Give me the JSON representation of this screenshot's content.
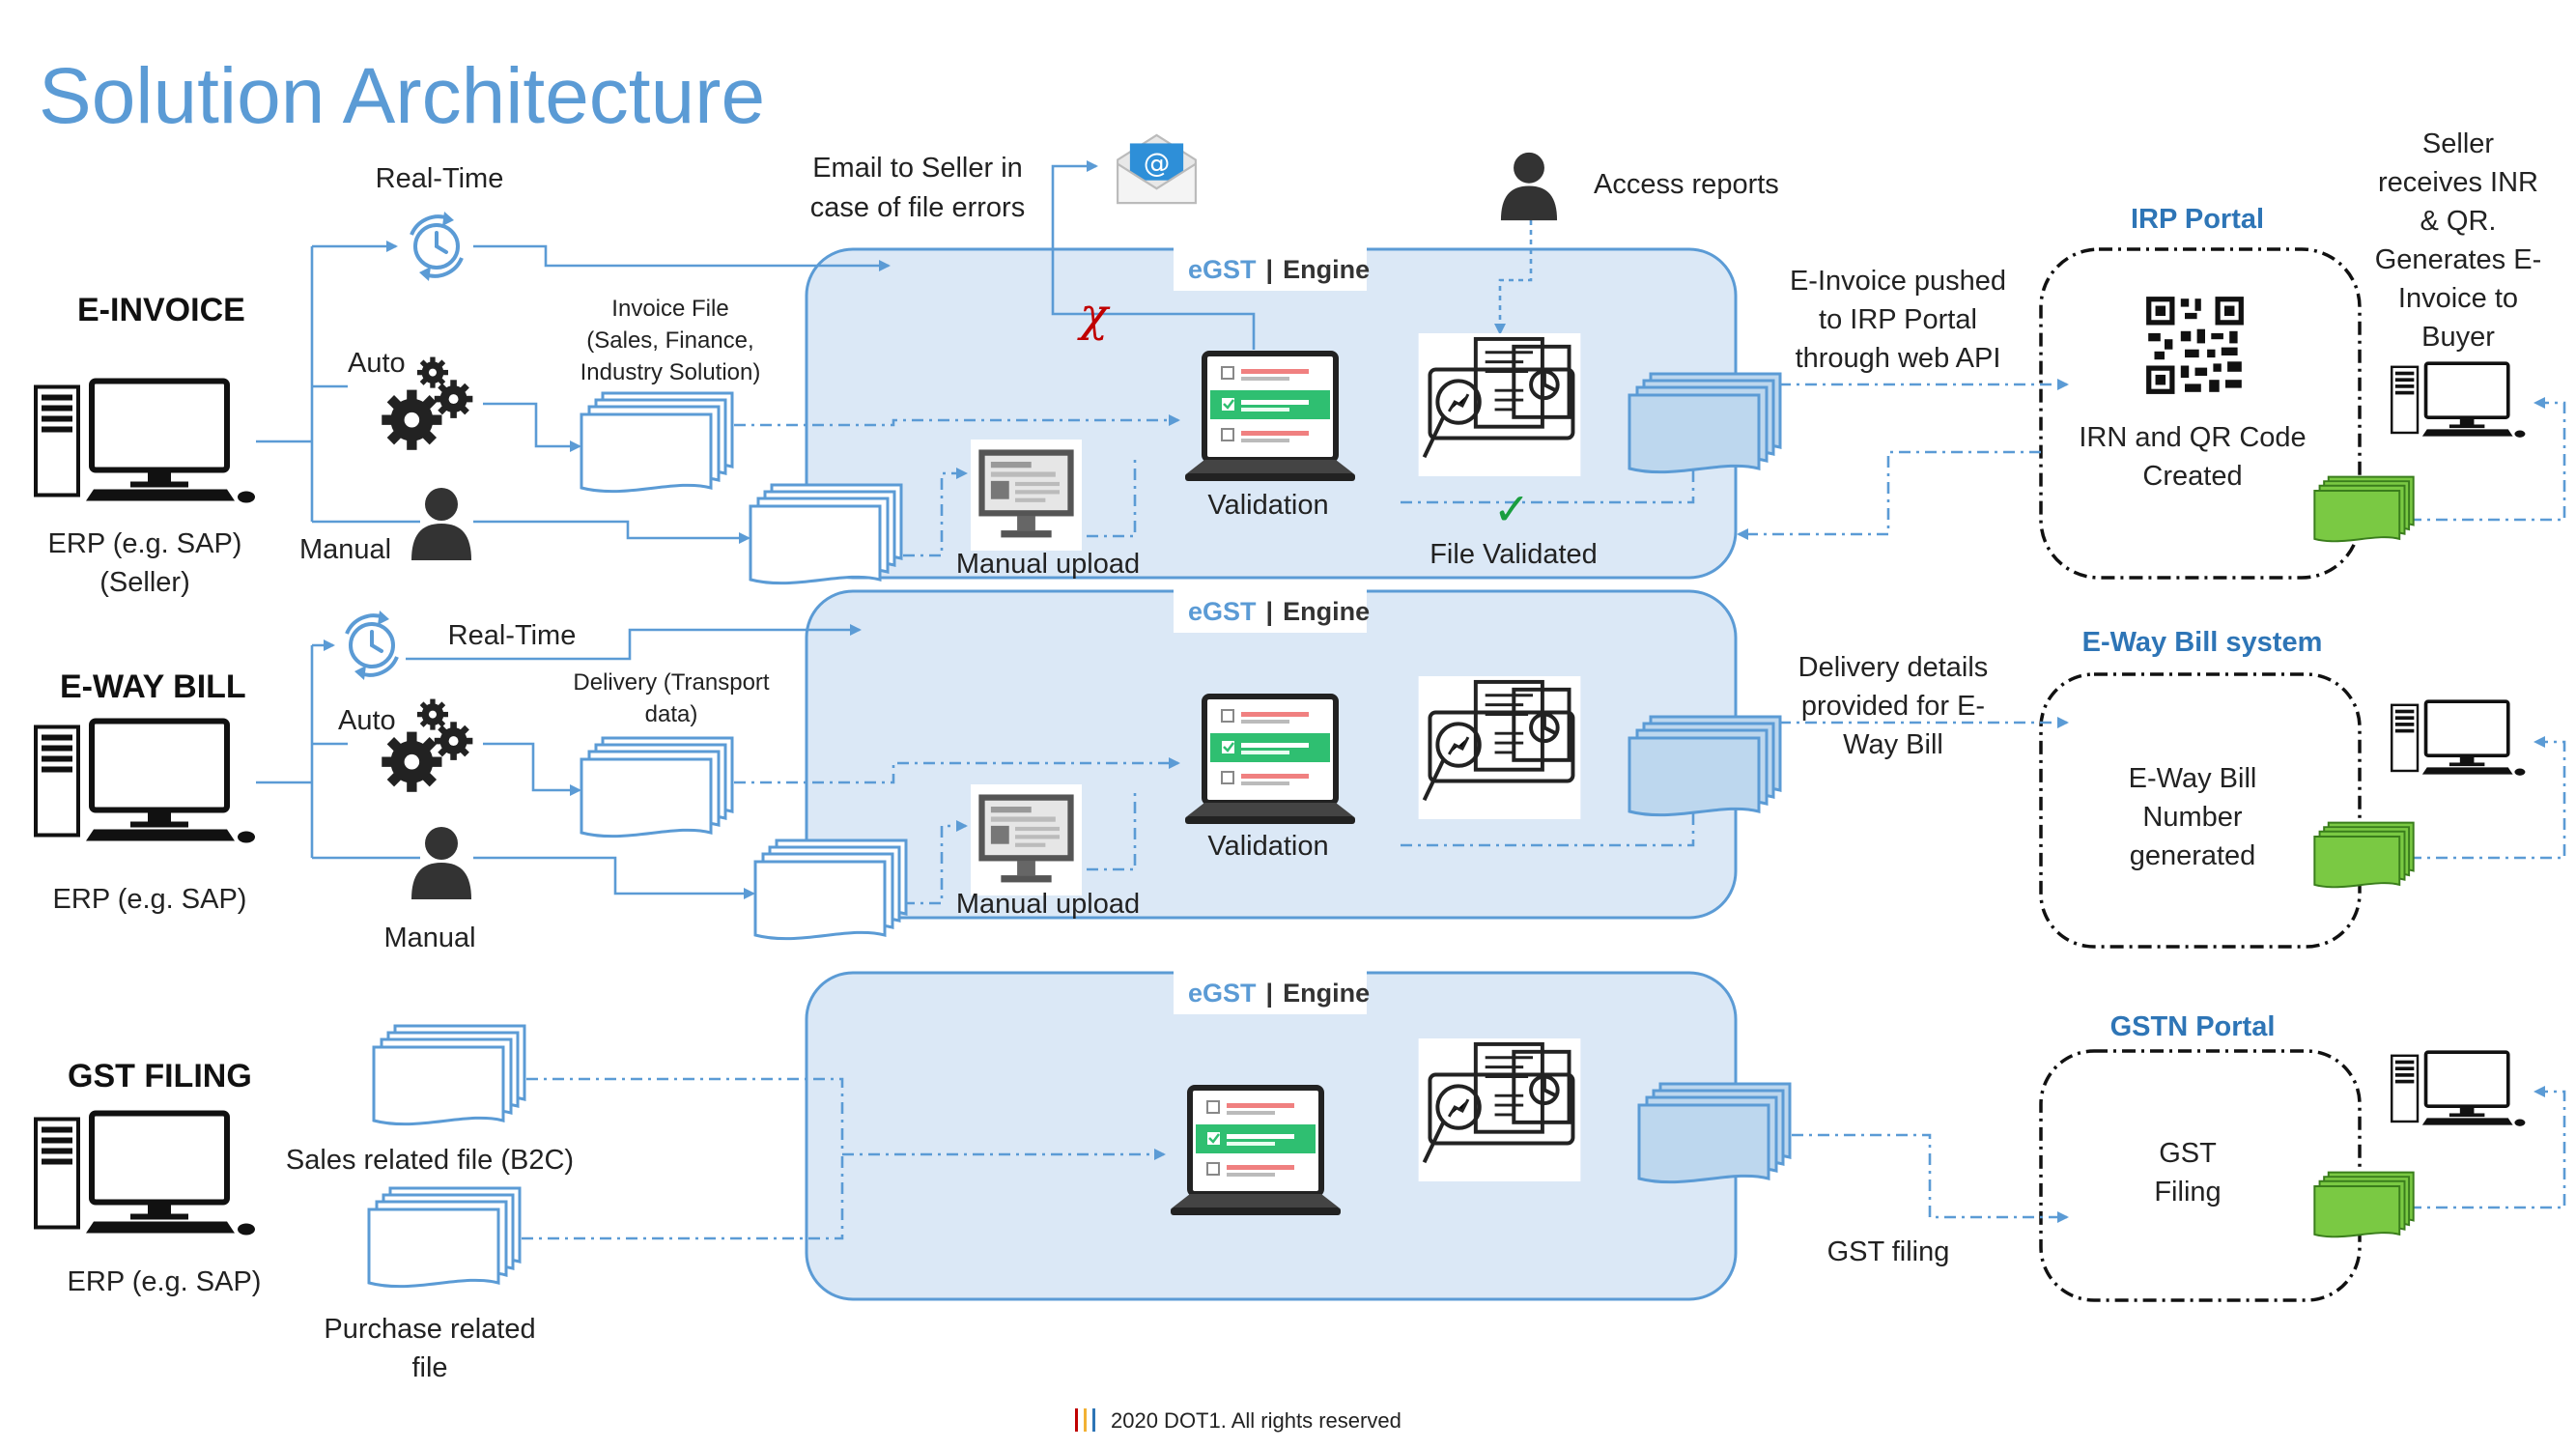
{
  "title": "Solution Architecture",
  "footer": "2020 DOT1. All rights reserved",
  "colors": {
    "accent": "#5b9bd5",
    "engine_fill": "#dbe8f6",
    "portal_title": "#2e75b6",
    "doc_green": "#7ac943",
    "check_green": "#1a9e3f",
    "error_red": "#c00000",
    "validation_band": "#2fbf71"
  },
  "engine_badge": {
    "brand": "eGST",
    "separator": "|",
    "name": "Engine"
  },
  "einvoice": {
    "heading": "E-INVOICE",
    "erp_label": [
      "ERP (e.g. SAP)",
      "(Seller)"
    ],
    "realtime": "Real-Time",
    "auto": "Auto",
    "manual": "Manual",
    "invoice_file": [
      "Invoice File",
      "(Sales, Finance,",
      "Industry Solution)"
    ],
    "email_note": [
      "Email to Seller in",
      "case of file errors"
    ],
    "access_reports": "Access reports",
    "manual_upload": "Manual upload",
    "validation": "Validation",
    "file_validated": "File Validated",
    "pushed": [
      "E-Invoice pushed",
      "to IRP Portal",
      "through web API"
    ],
    "portal_title": "IRP Portal",
    "portal_text": [
      "IRN and QR Code",
      "Created"
    ],
    "seller_note": [
      "Seller",
      "receives INR",
      "& QR.",
      "Generates E-",
      "Invoice to",
      "Buyer"
    ]
  },
  "ewaybill": {
    "heading": "E-WAY BILL",
    "erp_label": "ERP (e.g. SAP)",
    "realtime": "Real-Time",
    "auto": "Auto",
    "manual": "Manual",
    "delivery_file": [
      "Delivery (Transport",
      "data)"
    ],
    "manual_upload": "Manual upload",
    "validation": "Validation",
    "delivery_details": [
      "Delivery details",
      "provided for E-",
      "Way Bill"
    ],
    "portal_title": "E-Way Bill system",
    "portal_text": [
      "E-Way Bill",
      "Number",
      "generated"
    ]
  },
  "gstfiling": {
    "heading": "GST FILING",
    "erp_label": "ERP (e.g. SAP)",
    "sales_file": "Sales related file (B2C)",
    "purchase_file": [
      "Purchase related",
      "file"
    ],
    "gst_filing": "GST filing",
    "portal_title": "GSTN Portal",
    "portal_text": [
      "GST",
      "Filing"
    ]
  },
  "icons": [
    "computer-icon",
    "clock-icon",
    "gears-icon",
    "person-icon",
    "document-stack-icon",
    "email-icon",
    "laptop-checklist-icon",
    "monitor-icon",
    "report-magnifier-icon",
    "qr-code-icon",
    "checkmark-icon",
    "error-cross-icon"
  ]
}
